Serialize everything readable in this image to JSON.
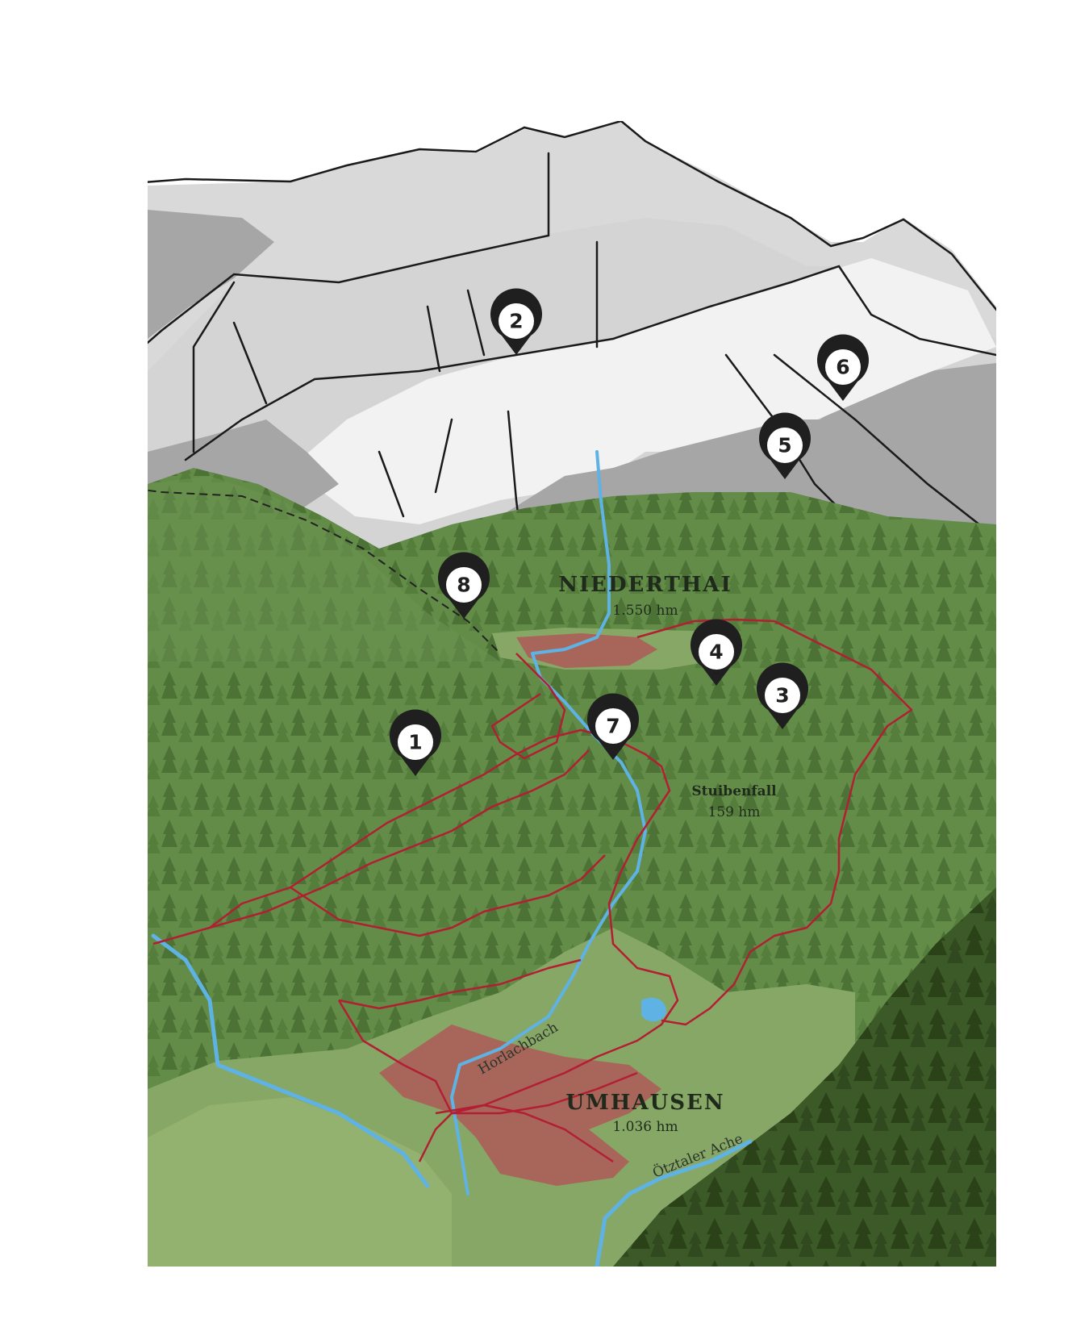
{
  "colors": {
    "forest": "#5f8a45",
    "meadow": "#87a766",
    "dark_forest": "#334a22",
    "river": "#5fb2e4",
    "trail": "#b21f33",
    "village": "#a8655a",
    "snow": "#f2f2f2",
    "rock_light": "#d9d9d9",
    "rock_dark": "#a6a6a6",
    "pin": "#1f1f1f"
  },
  "labels": {
    "niederthai": {
      "name": "NIEDERTHAI",
      "altitude": "1.550 hm"
    },
    "stuibenfall": {
      "name": "Stuibenfall",
      "altitude": "159 hm"
    },
    "umhausen": {
      "name": "UMHAUSEN",
      "altitude": "1.036 hm"
    },
    "horlachbach": "Horlachbach",
    "oetztaler_ache": "Ötztaler Ache"
  },
  "markers": [
    {
      "id": "marker-1",
      "label": "1"
    },
    {
      "id": "marker-2",
      "label": "2"
    },
    {
      "id": "marker-3",
      "label": "3"
    },
    {
      "id": "marker-4",
      "label": "4"
    },
    {
      "id": "marker-5",
      "label": "5"
    },
    {
      "id": "marker-6",
      "label": "6"
    },
    {
      "id": "marker-7",
      "label": "7"
    },
    {
      "id": "marker-8",
      "label": "8"
    }
  ]
}
